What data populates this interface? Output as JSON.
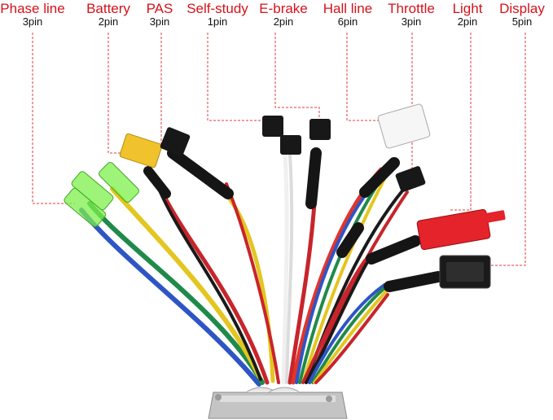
{
  "colors": {
    "label": "#d4121a",
    "pin_text": "#111111",
    "leader_line": "#e23b3b",
    "background": "#ffffff"
  },
  "labels": [
    {
      "name": "Phase line",
      "pins": "3pin"
    },
    {
      "name": "Battery",
      "pins": "2pin"
    },
    {
      "name": "PAS",
      "pins": "3pin"
    },
    {
      "name": "Self-study",
      "pins": "1pin"
    },
    {
      "name": "E-brake",
      "pins": "2pin"
    },
    {
      "name": "Hall line",
      "pins": "6pin"
    },
    {
      "name": "Throttle",
      "pins": "3pin"
    },
    {
      "name": "Light",
      "pins": "2pin"
    },
    {
      "name": "Display",
      "pins": "5pin"
    }
  ]
}
